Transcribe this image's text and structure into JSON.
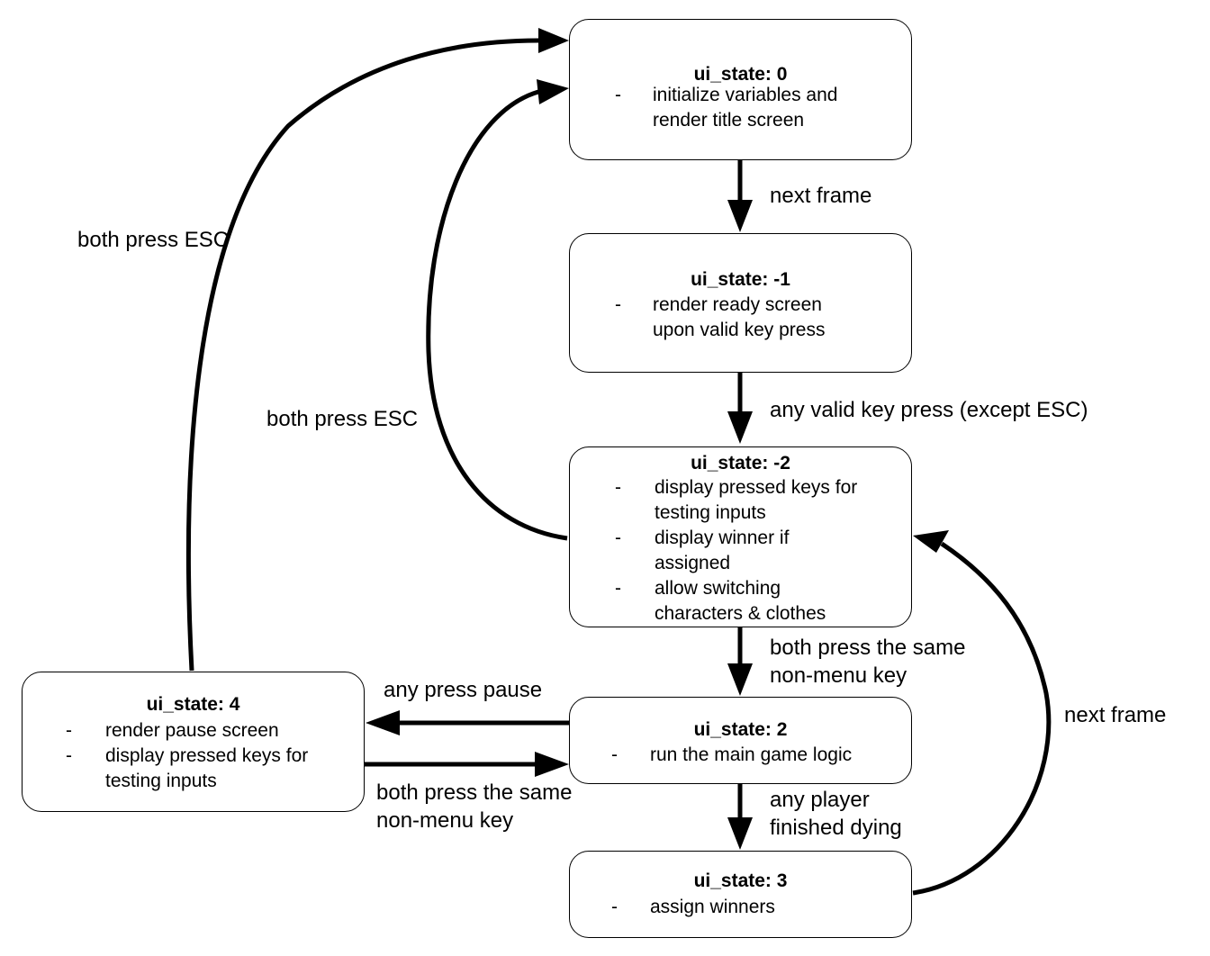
{
  "states": [
    {
      "title": "ui_state: 0",
      "items": [
        "initialize variables and render title screen"
      ]
    },
    {
      "title": "ui_state: -1",
      "items": [
        "render ready screen upon valid key press"
      ]
    },
    {
      "title": "ui_state: -2",
      "items": [
        "display pressed keys for testing inputs",
        "display winner if assigned",
        "allow switching characters & clothes"
      ]
    },
    {
      "title": "ui_state: 2",
      "items": [
        "run the main game logic"
      ]
    },
    {
      "title": "ui_state: 3",
      "items": [
        "assign winners"
      ]
    },
    {
      "title": "ui_state: 4",
      "items": [
        "render pause screen",
        "display pressed keys for testing inputs"
      ]
    }
  ],
  "bullet": "-",
  "transitions": [
    {
      "label": "next frame"
    },
    {
      "label": "any valid key press (except ESC)"
    },
    {
      "label": "both press the same non-menu key"
    },
    {
      "label": "any player finished dying"
    },
    {
      "label": "any press pause"
    },
    {
      "label": "both press the same non-menu key"
    },
    {
      "label": "next frame"
    },
    {
      "label": "both press ESC"
    },
    {
      "label": "both press ESC"
    }
  ]
}
